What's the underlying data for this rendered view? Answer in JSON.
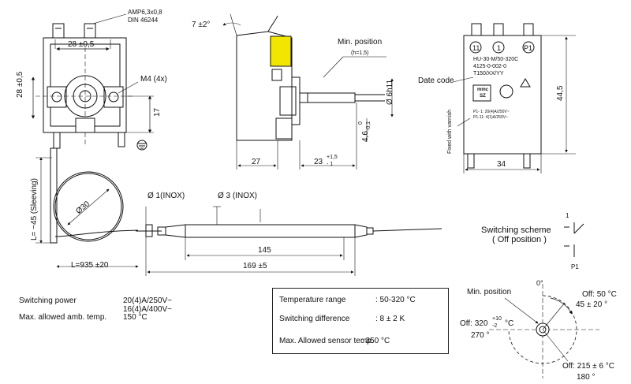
{
  "front_view": {
    "connector_label": "AMP6,3x0,8",
    "din_label": "DIN 46244",
    "dim_width": "28 ±0,5",
    "dim_height": "28 ±0,5",
    "screw_label": "M4 (4x)",
    "dim_17": "17"
  },
  "side_view": {
    "angle_label": "7 ±2°",
    "min_position_label": "Min. position",
    "min_position_h": "(h=1,5)",
    "shaft_dia": "Ø 6h11",
    "flat_main": "4,6",
    "flat_upper": "0",
    "flat_lower": "-0,1",
    "dim_27": "27",
    "dim_23": "23",
    "dim_23_upper": "+1,5",
    "dim_23_lower": "- 1"
  },
  "back_view": {
    "terminal_labels": [
      "11",
      "1",
      "P1"
    ],
    "model_line": "HU-30-M/50-320C",
    "code_line": "4125-0-002-0",
    "temp_line": "T150/XX/YY",
    "brand": "mmc SZ",
    "rating_1": "P1- 1:  20(4)A/250V~",
    "rating_2": "P1-11:  4(1)A/250V~",
    "date_code_label": "Date code",
    "varnish_label": "Fixed with varnish",
    "dim_445": "44,5",
    "dim_34": "34"
  },
  "capillary": {
    "coil_dia": "Ø30",
    "sleeving_label": "L= ~45 (Sleeving)",
    "length_label": "L=935 ±20",
    "inox_1": "Ø 1(INOX)",
    "inox_3": "Ø 3 (INOX)",
    "dim_145": "145",
    "dim_169": "169 ±5"
  },
  "switching_scheme": {
    "title": "Switching scheme",
    "subtitle": "( Off position )",
    "terminal_top": "1",
    "terminal_bottom": "P1"
  },
  "electrical": {
    "rows": [
      {
        "label": "Switching power",
        "value": "20(4)A/250V~"
      },
      {
        "label": "",
        "value": "16(4)A/400V~"
      },
      {
        "label": "Max. allowed amb. temp.",
        "value": "150 °C"
      }
    ]
  },
  "spec_table": {
    "rows": [
      {
        "label": "Temperature range",
        "value": ": 50-320 °C"
      },
      {
        "label": "Switching difference",
        "value": ": 8 ± 2    K"
      },
      {
        "label": "Max. Allowed sensor temp.",
        "value": ": 350 °C"
      }
    ]
  },
  "dial": {
    "min_position": "Min. position",
    "zero": "0°",
    "off_50": "Off: 50 °C",
    "angle_45": "45 ± 20 °",
    "off_320": "Off: 320",
    "off_320_tol_upper": "+10",
    "off_320_tol_lower": "-2",
    "off_320_unit": "°C",
    "angle_270": "270 °",
    "off_215": "Off: 215 ± 6 °C",
    "angle_180": "180 °"
  }
}
